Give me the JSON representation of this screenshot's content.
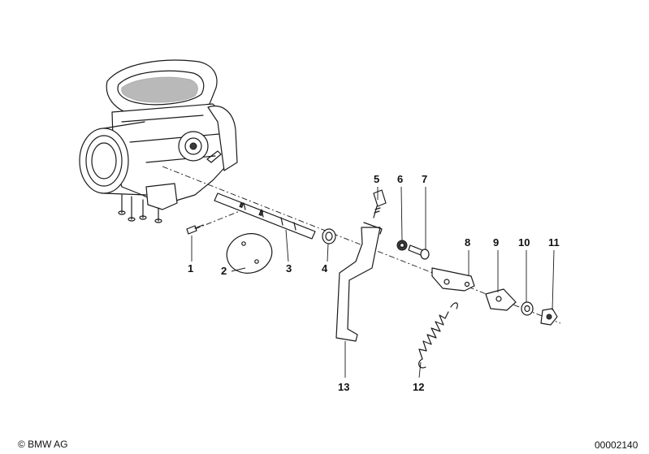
{
  "parts": [
    {
      "id": "part-1",
      "label": "1"
    },
    {
      "id": "part-2",
      "label": "2"
    },
    {
      "id": "part-3",
      "label": "3"
    },
    {
      "id": "part-4",
      "label": "4"
    },
    {
      "id": "part-5",
      "label": "5"
    },
    {
      "id": "part-6",
      "label": "6"
    },
    {
      "id": "part-7",
      "label": "7"
    },
    {
      "id": "part-8",
      "label": "8"
    },
    {
      "id": "part-9",
      "label": "9"
    },
    {
      "id": "part-10",
      "label": "10"
    },
    {
      "id": "part-11",
      "label": "11"
    },
    {
      "id": "part-12",
      "label": "12"
    },
    {
      "id": "part-13",
      "label": "13"
    }
  ],
  "footer": {
    "copyright": "© BMW AG",
    "diagram_number": "00002140"
  }
}
